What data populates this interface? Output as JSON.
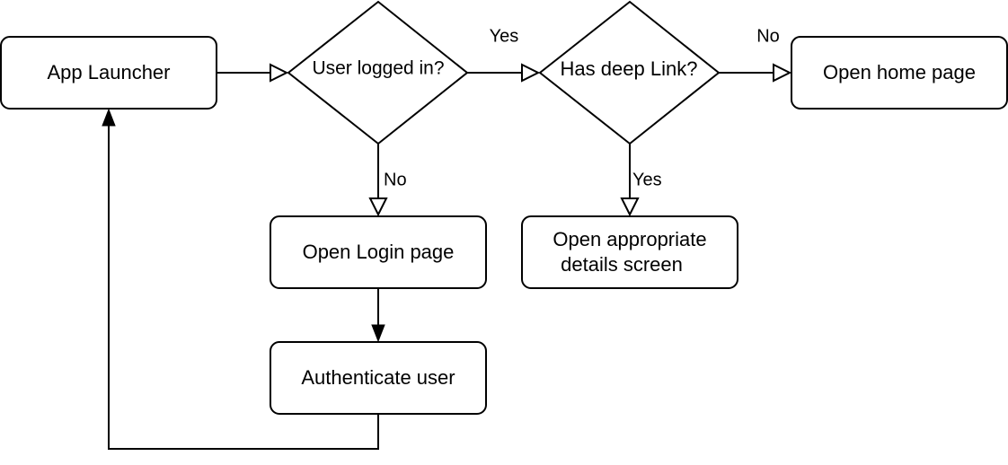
{
  "nodes": {
    "app_launcher": "App Launcher",
    "user_logged_in": "User logged in?",
    "has_deep_link": "Has deep Link?",
    "open_home_page": "Open home page",
    "open_login_page": "Open Login page",
    "open_details_line1": "Open appropriate",
    "open_details_line2": "details screen",
    "authenticate_user": "Authenticate user"
  },
  "edges": {
    "logged_in_yes": "Yes",
    "logged_in_no": "No",
    "deep_link_no": "No",
    "deep_link_yes": "Yes"
  }
}
